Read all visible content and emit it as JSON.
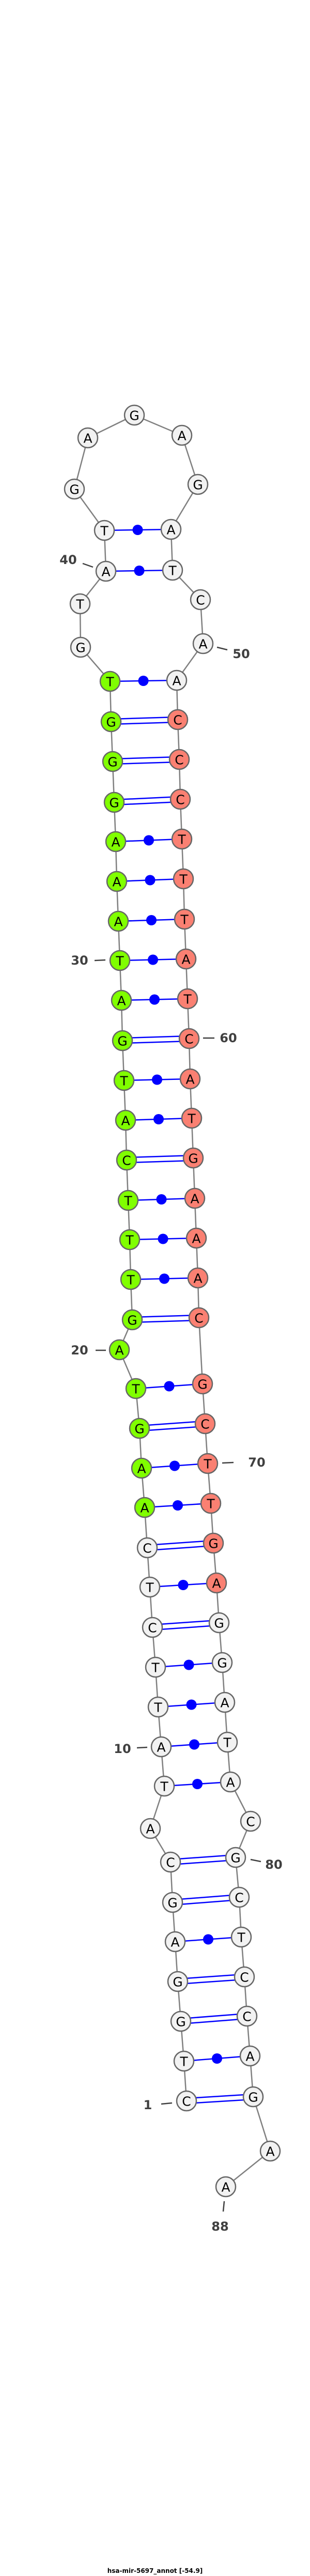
{
  "title": "hsa-mir-5697_annot [-54.9]",
  "sequence": "CTGGAGCATATTCTCAAGTAGTTTCATGATAAAGGGTGTATGAGAGATCAACCCTTTATCATGAAACGCTTGAGGATACGCTCCAGAA",
  "pairs": [
    [
      1,
      86
    ],
    [
      2,
      85
    ],
    [
      3,
      84
    ],
    [
      4,
      83
    ],
    [
      5,
      82
    ],
    [
      6,
      81
    ],
    [
      7,
      80
    ],
    [
      9,
      78
    ],
    [
      10,
      77
    ],
    [
      11,
      76
    ],
    [
      12,
      75
    ],
    [
      13,
      74
    ],
    [
      14,
      73
    ],
    [
      15,
      72
    ],
    [
      16,
      71
    ],
    [
      17,
      70
    ],
    [
      18,
      69
    ],
    [
      19,
      68
    ],
    [
      21,
      67
    ],
    [
      22,
      66
    ],
    [
      23,
      65
    ],
    [
      24,
      64
    ],
    [
      25,
      63
    ],
    [
      26,
      62
    ],
    [
      27,
      61
    ],
    [
      28,
      60
    ],
    [
      29,
      59
    ],
    [
      30,
      58
    ],
    [
      31,
      57
    ],
    [
      32,
      56
    ],
    [
      33,
      55
    ],
    [
      34,
      54
    ],
    [
      35,
      53
    ],
    [
      36,
      52
    ],
    [
      37,
      51
    ],
    [
      40,
      48
    ],
    [
      41,
      47
    ]
  ],
  "highlights": [
    {
      "name": "mature-5p",
      "from": 16,
      "to": 37,
      "color": "#80ff00"
    },
    {
      "name": "mature-3p",
      "from": 52,
      "to": 73,
      "color": "#fa8072"
    }
  ],
  "colors": {
    "default_fill": "#f2f2f2",
    "pair": "#0000ff",
    "backbone": "#808080",
    "outline": "#666666"
  },
  "position_labels": [
    "1",
    "10",
    "20",
    "30",
    "40",
    "50",
    "60",
    "70",
    "80",
    "88"
  ]
}
